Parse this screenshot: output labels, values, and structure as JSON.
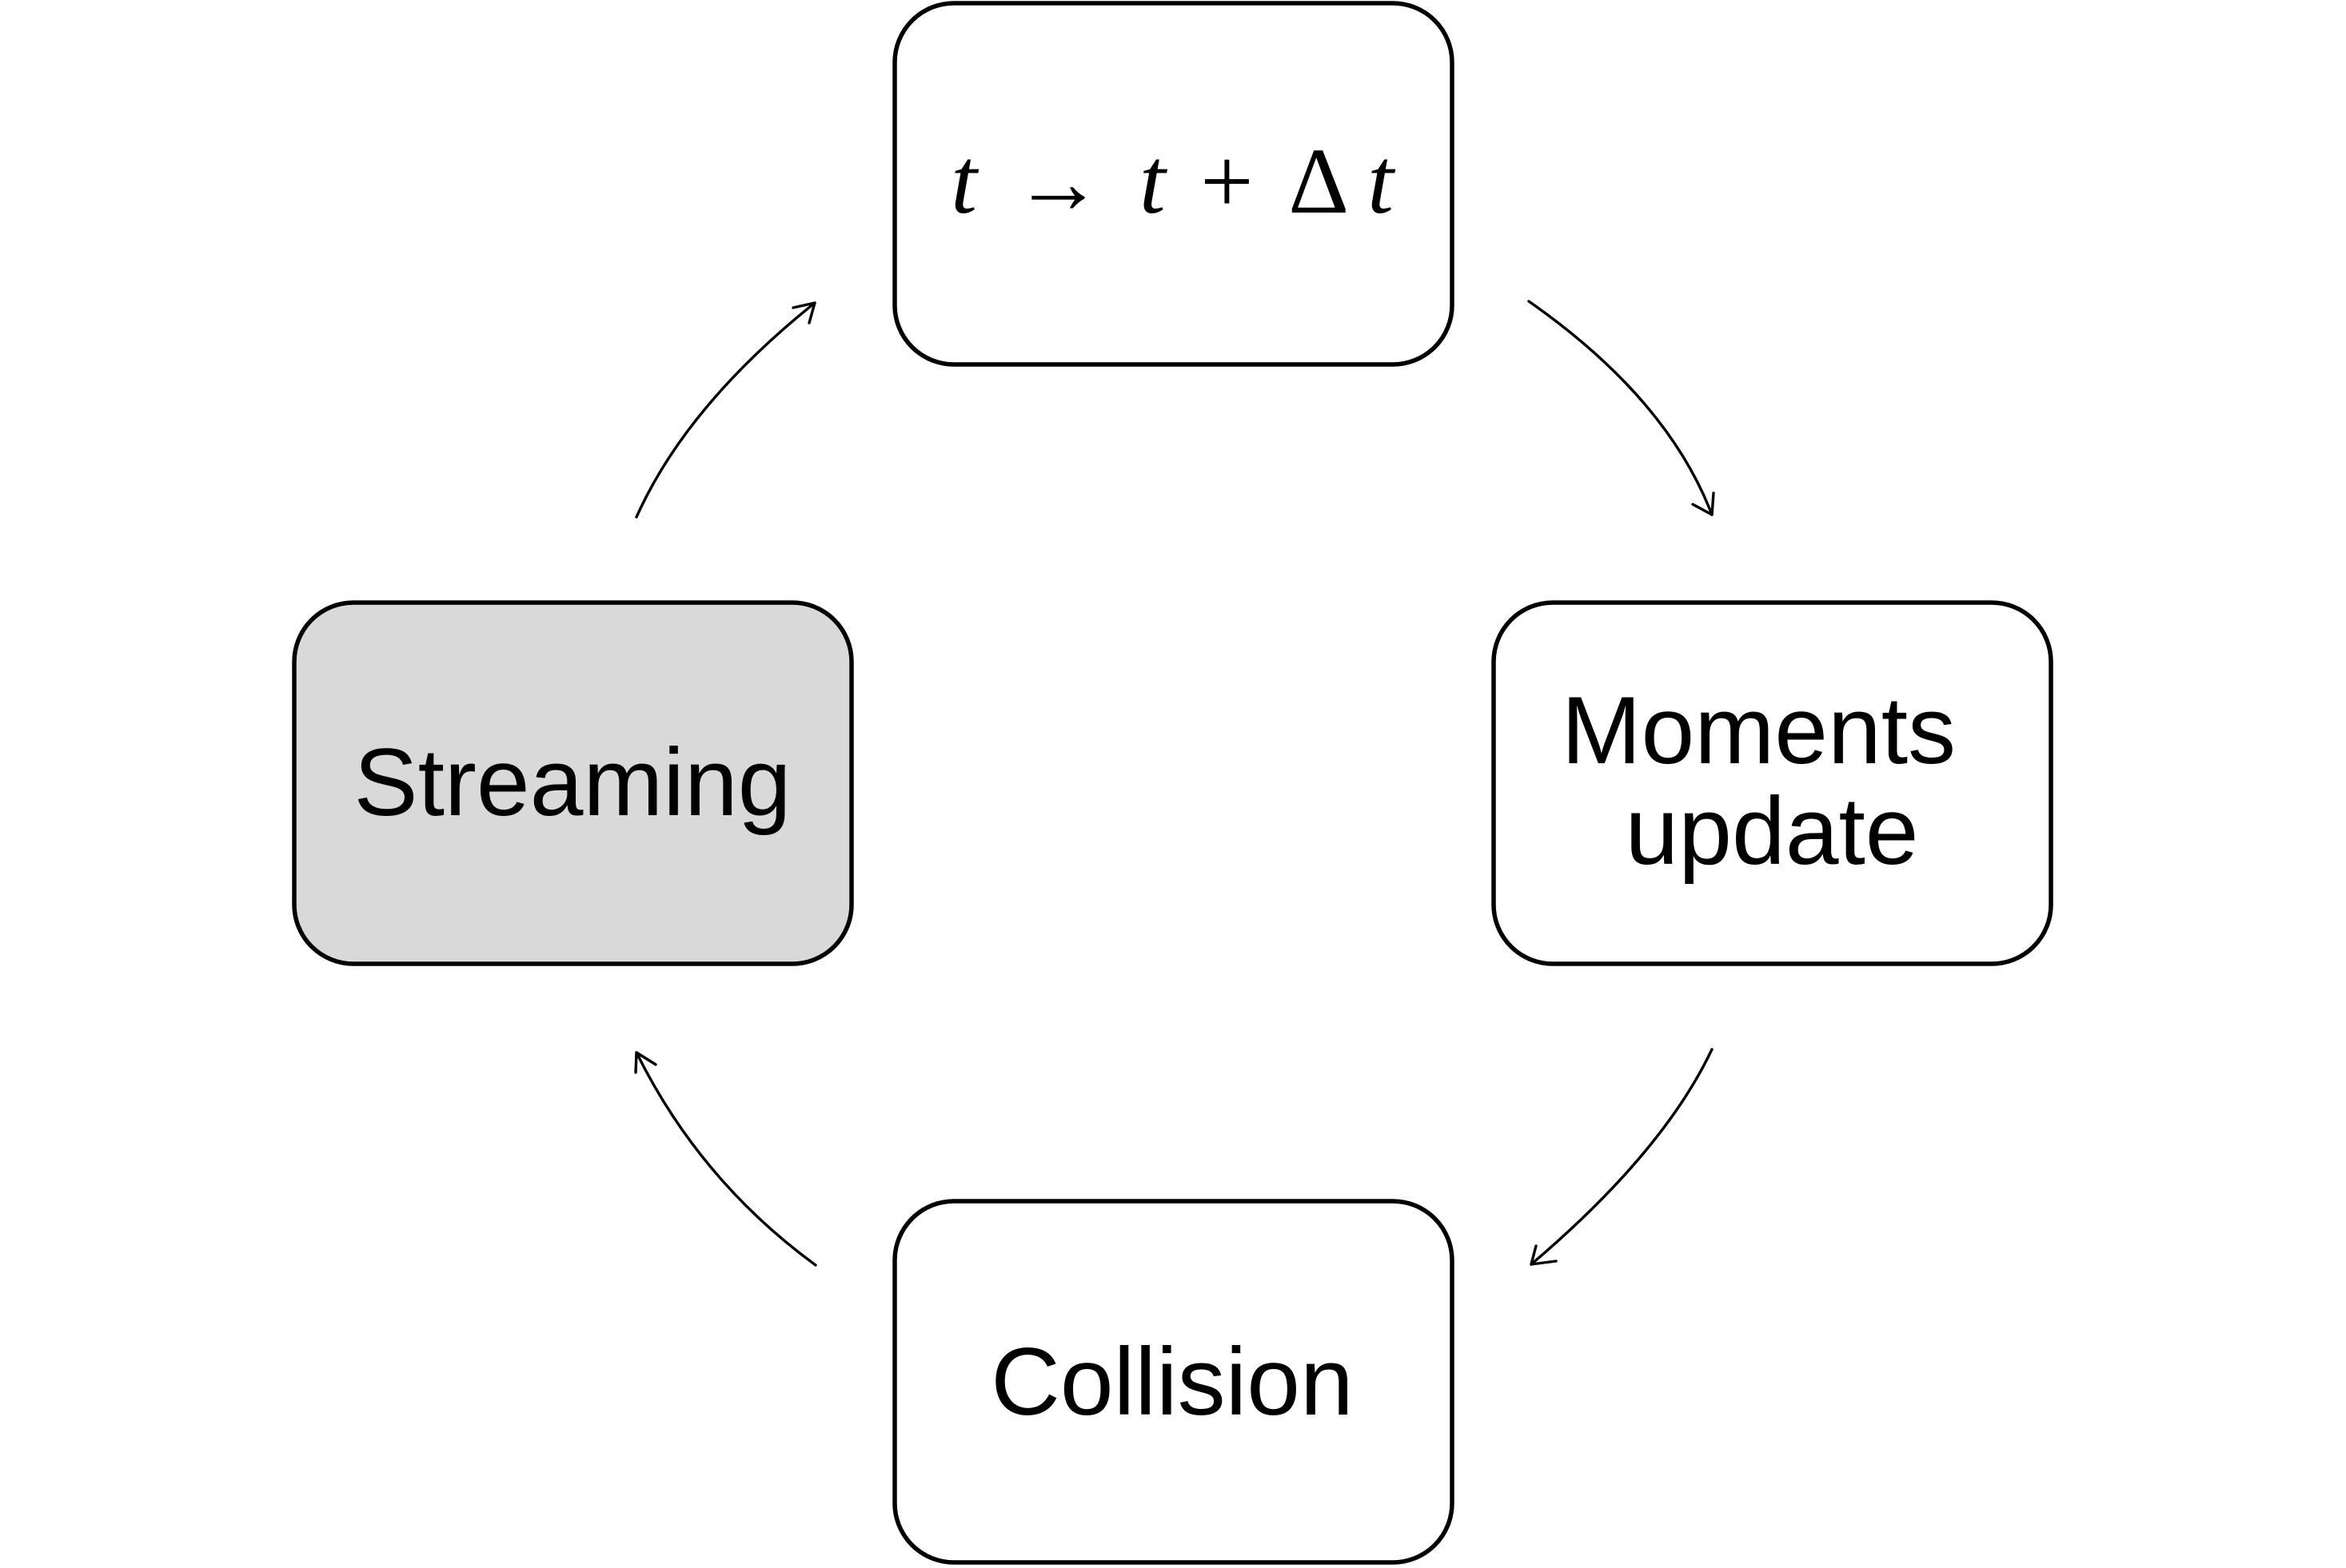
{
  "nodes": {
    "time_step": {
      "label_parts": {
        "t1": "t",
        "arrow": "→",
        "t2": "t",
        "plus": "+",
        "delta": "Δ",
        "t3": "t"
      },
      "fill": "#ffffff"
    },
    "moments_update": {
      "line1": "Moments",
      "line2": "update",
      "fill": "#ffffff"
    },
    "collision": {
      "label": "Collision",
      "fill": "#ffffff"
    },
    "streaming": {
      "label": "Streaming",
      "fill": "#d9d9d9"
    }
  },
  "edges": [
    {
      "from": "time_step",
      "to": "moments_update"
    },
    {
      "from": "moments_update",
      "to": "collision"
    },
    {
      "from": "collision",
      "to": "streaming"
    },
    {
      "from": "streaming",
      "to": "time_step"
    }
  ],
  "colors": {
    "stroke": "#000000",
    "background": "#ffffff",
    "highlight_fill": "#d9d9d9"
  }
}
